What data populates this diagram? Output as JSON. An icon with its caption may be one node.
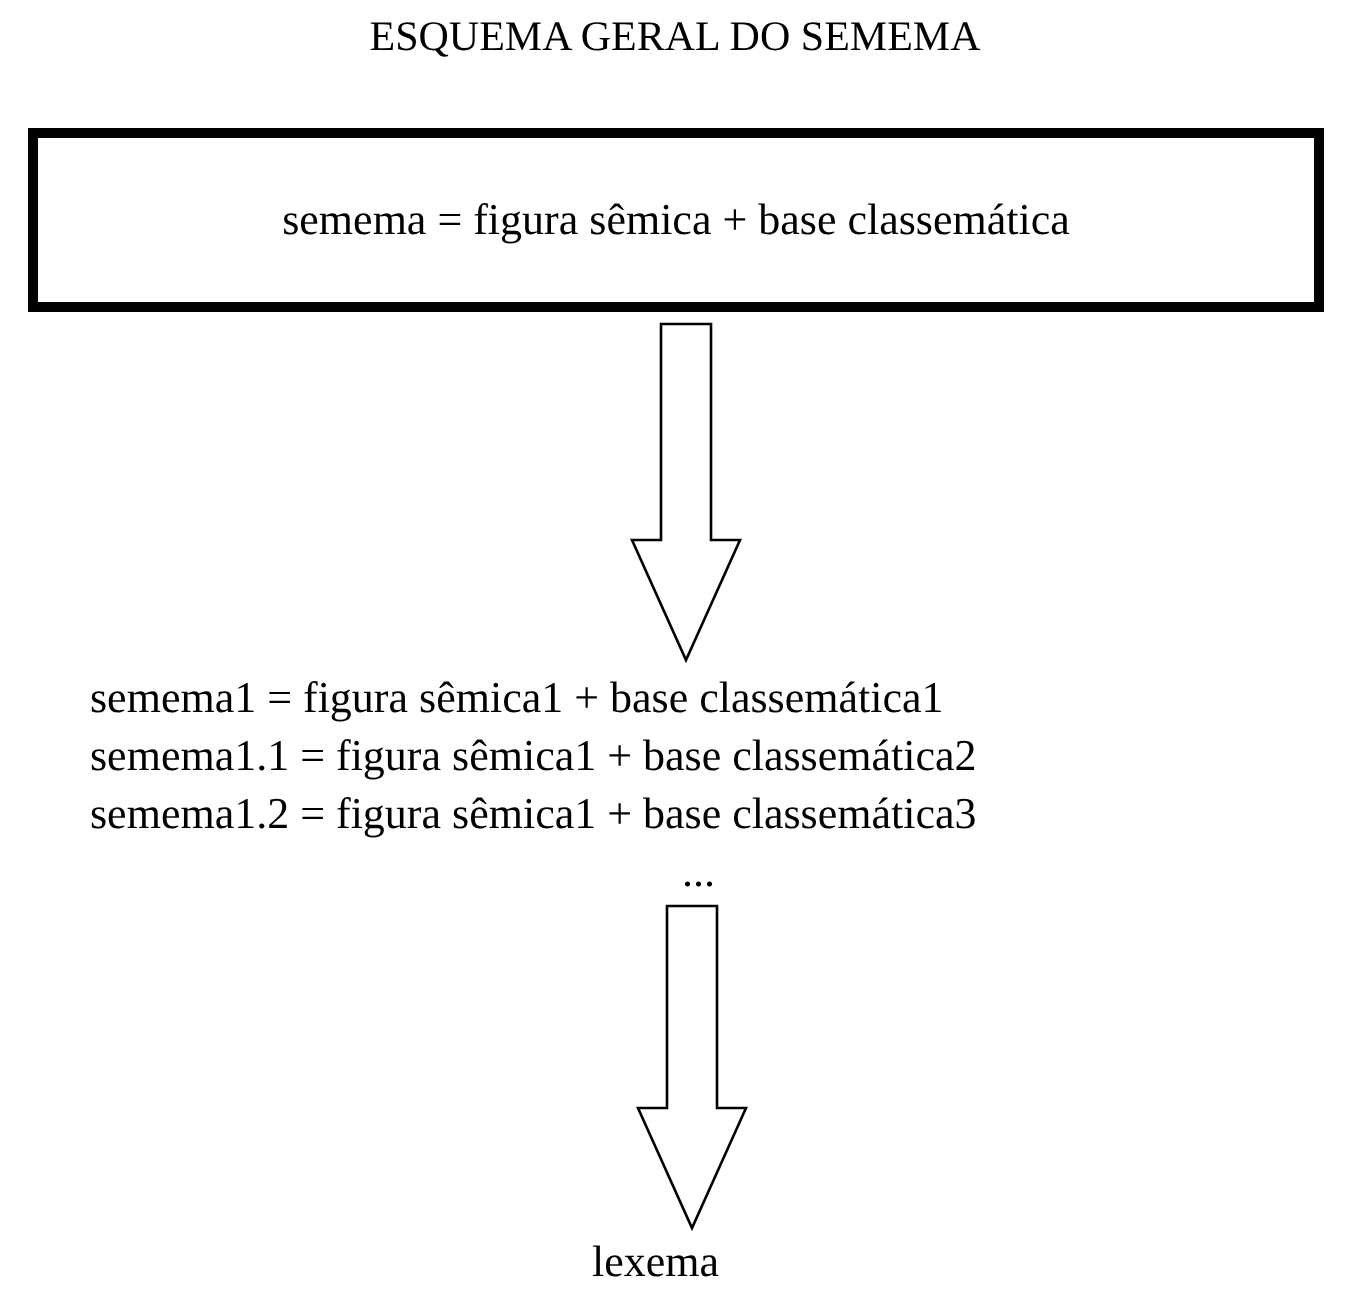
{
  "diagram": {
    "title": "ESQUEMA GERAL DO SEMEMA",
    "nodes": [
      {
        "text": [
          "semema = figura sêmica + base classemática"
        ]
      },
      {
        "text": [
          "semema1 = figura sêmica1 + base classemática1",
          "semema1.1 = figura sêmica1 + base classemática2",
          "semema1.2 = figura sêmica1 + base classemática3",
          "..."
        ]
      },
      {
        "text": [
          "lexema"
        ]
      }
    ],
    "edges": [
      {
        "from": 0,
        "to": 1,
        "arrow": "to"
      },
      {
        "from": 1,
        "to": 2,
        "arrow": "to"
      }
    ]
  }
}
